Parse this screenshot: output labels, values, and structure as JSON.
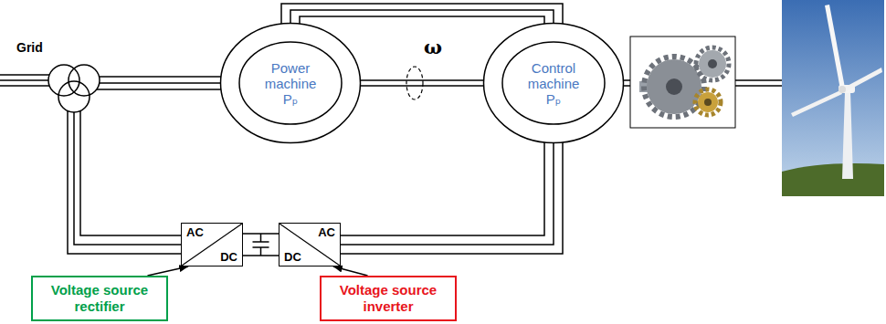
{
  "diagram": {
    "nodes": [
      {
        "text": [
          "Power machine",
          "Pₚ"
        ]
      },
      {
        "text": [
          "Control machine",
          "Pₚ"
        ]
      },
      {
        "text": [
          "AC",
          "DC"
        ]
      },
      {
        "text": [
          "AC",
          "DC"
        ]
      },
      {
        "text": [
          "Voltage source rectifier"
        ]
      },
      {
        "text": [
          "Voltage source inverter"
        ]
      }
    ],
    "edges": [
      {
        "from": 0,
        "to": 1,
        "arrow": "none"
      },
      {
        "from": 0,
        "to": 1,
        "label": "ω",
        "arrow": "none"
      },
      {
        "from": 2,
        "to": 3,
        "arrow": "none"
      },
      {
        "from": 3,
        "to": 1,
        "arrow": "none"
      },
      {
        "from": 4,
        "to": 2,
        "arrow": "to"
      },
      {
        "from": 5,
        "to": 3,
        "arrow": "to"
      }
    ],
    "labels": [
      "Grid"
    ]
  }
}
